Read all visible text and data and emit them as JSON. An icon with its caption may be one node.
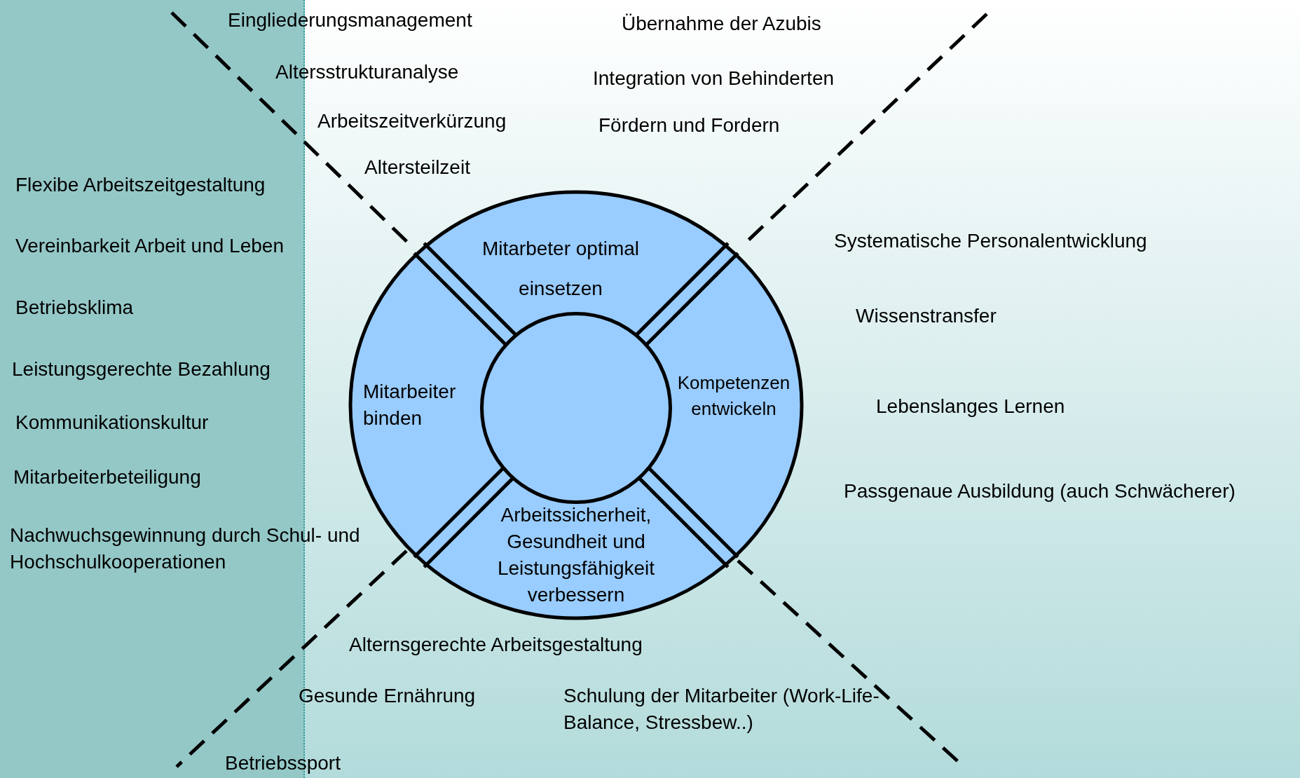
{
  "diagram": {
    "nodes": [
      {
        "text": [
          "Mitarbeter optimal einsetzen"
        ]
      },
      {
        "text": [
          "Mitarbeiter binden"
        ]
      },
      {
        "text": [
          "Kompetenzen entwickeln"
        ]
      },
      {
        "text": [
          "Arbeitssicherheit, Gesundheit und Leistungsfähigkeit verbessern"
        ]
      },
      {
        "text": [],
        "shape": "circle"
      }
    ],
    "edges": [],
    "labels": [
      "Eingliederungsmanagement",
      "Übernahme der Azubis",
      "Altersstrukturanalyse",
      "Integration von Behinderten",
      "Arbeitszeitverkürzung",
      "Fördern und Fordern",
      "Altersteilzeit",
      "Flexibe Arbeitszeitgestaltung",
      "Vereinbarkeit Arbeit und Leben",
      "Systematische Personalentwicklung",
      "Betriebsklima",
      "Wissenstransfer",
      "Leistungsgerechte Bezahlung",
      "Lebenslanges Lernen",
      "Kommunikationskultur",
      "Mitarbeiterbeteiligung",
      "Passgenaue Ausbildung (auch Schwächerer)",
      "Nachwuchsgewinnung durch Schul- und Hochschulkooperationen",
      "Alternsgerechte Arbeitsgestaltung",
      "Gesunde Ernährung",
      "Schulung der Mitarbeiter (Work-Life-Balance, Stressbew..)",
      "Betriebssport"
    ]
  }
}
